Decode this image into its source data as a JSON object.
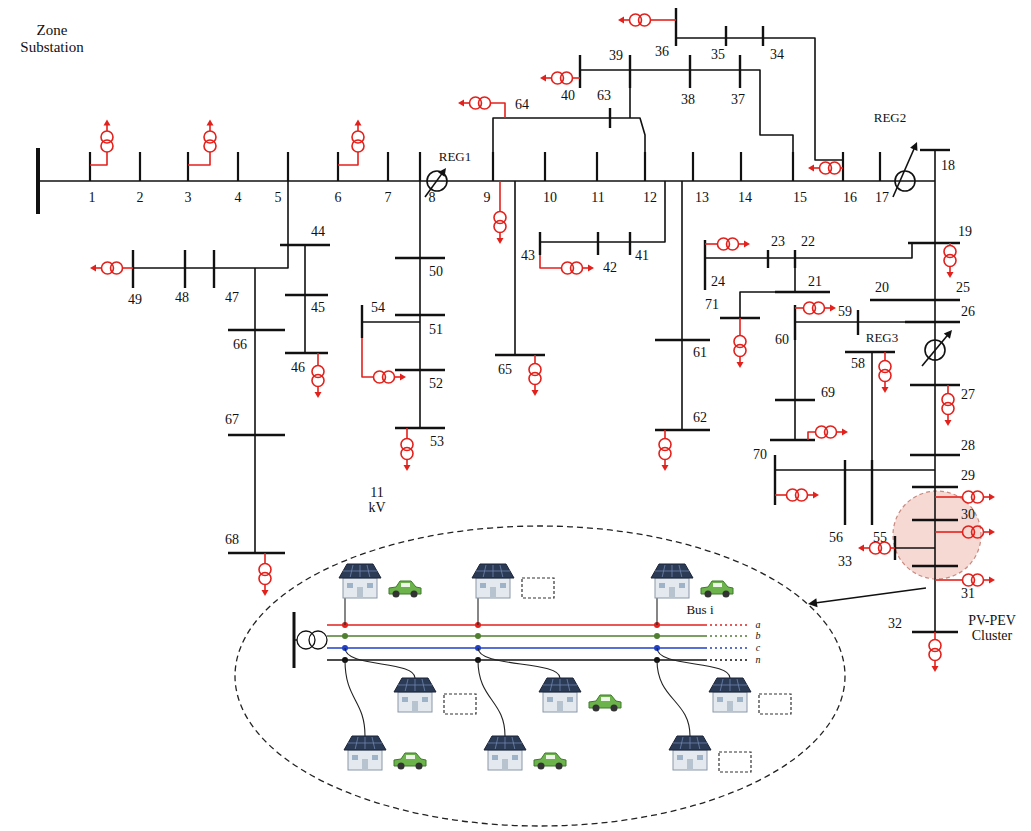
{
  "diagram": {
    "labels": [
      "Zone Substation",
      "1",
      "2",
      "3",
      "4",
      "5",
      "6",
      "7",
      "8",
      "9",
      "10",
      "11",
      "12",
      "13",
      "14",
      "15",
      "16",
      "17",
      "18",
      "19",
      "20",
      "21",
      "22",
      "23",
      "24",
      "25",
      "26",
      "27",
      "28",
      "29",
      "30",
      "31",
      "32",
      "33",
      "34",
      "35",
      "36",
      "37",
      "38",
      "39",
      "40",
      "41",
      "42",
      "43",
      "44",
      "45",
      "46",
      "47",
      "48",
      "49",
      "50",
      "51",
      "52",
      "53",
      "54",
      "55",
      "56",
      "58",
      "59",
      "60",
      "61",
      "62",
      "63",
      "64",
      "65",
      "66",
      "67",
      "68",
      "69",
      "70",
      "71",
      "REG1",
      "REG2",
      "REG3",
      "11 kV",
      "Bus i",
      "a",
      "b",
      "c",
      "n",
      "PV-PEV Cluster"
    ]
  }
}
